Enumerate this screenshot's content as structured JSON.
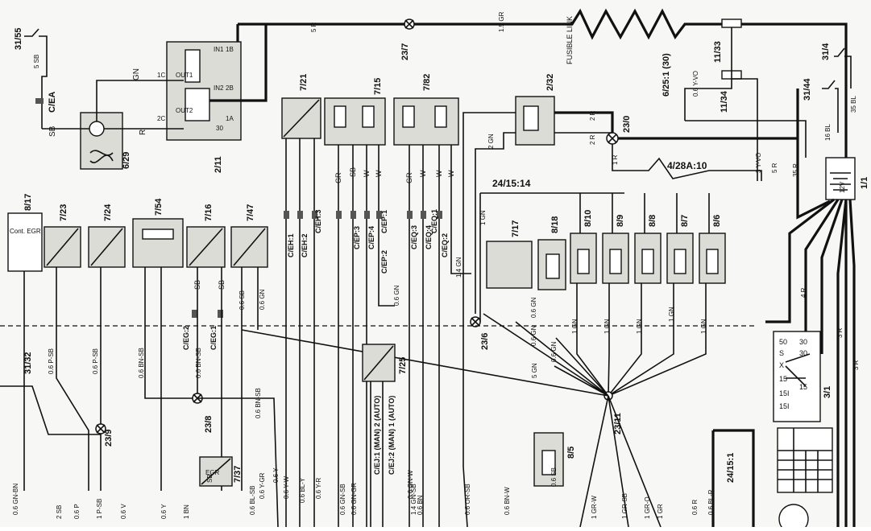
{
  "labels": {
    "fusible_link": "FUSIBLE LINK",
    "fusible_link_ref": "6/25:1 (30)",
    "ce_a": "C/EA",
    "sb": "SB",
    "r": "R",
    "gn": "GN",
    "w": "W",
    "gr": "GR"
  },
  "components": [
    {
      "id": "31/55"
    },
    {
      "id": "6/29"
    },
    {
      "id": "2/11"
    },
    {
      "id": "7/21"
    },
    {
      "id": "7/15"
    },
    {
      "id": "7/82"
    },
    {
      "id": "2/32"
    },
    {
      "id": "23/0"
    },
    {
      "id": "23/7"
    },
    {
      "id": "11/33"
    },
    {
      "id": "11/34"
    },
    {
      "id": "31/4"
    },
    {
      "id": "31/44"
    },
    {
      "id": "1/1"
    },
    {
      "id": "4/28A:10"
    },
    {
      "id": "24/15:14"
    },
    {
      "id": "8/17"
    },
    {
      "id": "7/23"
    },
    {
      "id": "7/24"
    },
    {
      "id": "7/54"
    },
    {
      "id": "7/16"
    },
    {
      "id": "7/47"
    },
    {
      "id": "7/17"
    },
    {
      "id": "8/18"
    },
    {
      "id": "8/10"
    },
    {
      "id": "8/9"
    },
    {
      "id": "8/8"
    },
    {
      "id": "8/7"
    },
    {
      "id": "8/6"
    },
    {
      "id": "23/6"
    },
    {
      "id": "7/25"
    },
    {
      "id": "23/11"
    },
    {
      "id": "31/32"
    },
    {
      "id": "23/9"
    },
    {
      "id": "23/8"
    },
    {
      "id": "7/37"
    },
    {
      "id": "8/5"
    },
    {
      "id": "3/1"
    },
    {
      "id": "24/15:1"
    }
  ],
  "connectors": {
    "eh1": "C/EH:1",
    "eh2": "C/EH:2",
    "eh3": "C/EH:3",
    "ep1": "C/EP:1",
    "ep2": "C/EP:2",
    "ep3": "C/EP:3",
    "ep4": "C/EP:4",
    "eq1": "C/EQ:1",
    "eq2": "C/EQ:2",
    "eq3": "C/EQ:3",
    "eq4": "C/EQ:4",
    "eg1": "C/EG:1",
    "eg2": "C/EG:2",
    "ej1": "C/EJ:1 (MAN) 2 (AUTO)",
    "ej2": "C/EJ:2 (MAN) 1 (AUTO)"
  },
  "relay": {
    "in1": "IN1",
    "in2": "IN2",
    "out1": "OUT1",
    "out2": "OUT2",
    "p1b": "1B",
    "p1c": "1C",
    "p2b": "2B",
    "p2c": "2C",
    "p1a": "1A",
    "p30": "30"
  },
  "component_text": {
    "egr_name": "Cont. EGR",
    "egr_small": "EGR",
    "battery": "12V",
    "ignition_terminals": [
      "50",
      "30",
      "S",
      "30",
      "X",
      "15",
      "15",
      "15I",
      "15I"
    ]
  },
  "wires": {
    "w_5sb": "5 SB",
    "w_5r": "5 R",
    "w_15gr": "1.5 GR",
    "w_06yvo": "0.6 Y-VO",
    "w_35bl": "35 BL",
    "w_16bl": "16 BL",
    "w_3yvo": "3 Y-VO",
    "w_5r2": "5 R",
    "w_35r": "35 R",
    "w_2r": "2 R",
    "w_2r2": "2 R",
    "w_2gn": "2 GN",
    "w_1r": "1 R",
    "w_1gn": "1 GN",
    "w_14gn": "1.4 GN",
    "w_06gn": "0.6 GN",
    "w_06gn2": "0.6 GN",
    "w_06gn3": "0.6 GN",
    "w_06gn4": "0.6 GN",
    "w_06gn5": "0.6 GN",
    "w_06sb": "0.6 SB",
    "w_06psb": "0.6 P-SB",
    "w_06psb2": "0.6 P-SB",
    "w_06bnsb": "0.6 BN-SB",
    "w_06bnsb2": "0.6 BN-SB",
    "w_06bnsb3": "0.6 BN-SB",
    "w_5gn": "5 GN",
    "w_4r": "4 R",
    "w_3r": "3 R",
    "w_3r2": "3 R",
    "w_06orsb": "0.6 OR-SB",
    "w_06gnbn": "0.6 GN-BN",
    "w_06gnbn2": "0.6 GN-BN",
    "w_06bnw": "0.6 BN-W",
    "w_06bnw2": "0.6 BN-W",
    "w_06bn": "0.6 BN",
    "w_06y": "0.6 Y",
    "w_06yw": "0.6 Y-W",
    "w_06ygr": "0.6 Y-GR",
    "w_06blsb": "0.6 BL-SB",
    "w_06bly": "0.6 BL-Y",
    "w_06yr": "0.6 Y-R",
    "w_06gnsb": "0.6 GN-SB",
    "w_06gngr": "0.6 GN-GR",
    "w_14gnsb": "1.4 GN-SB",
    "w_06gnw": "0.6 GN-W",
    "w_06blr": "0.6 BL-R",
    "w_06r": "0.6 R",
    "w_1grsb": "1 GR-SB",
    "w_1gro": "1 GR-O",
    "w_1grw": "1 GR-W",
    "w_1gr": "1 GR",
    "w_1gr2": "1 GR",
    "w_1gn2": "1 GN",
    "w_1gn3": "1 GN",
    "w_1gn4": "1 GN",
    "w_1gn5": "1 GN",
    "w_1gn6": "1 GN",
    "w_1gn7": "1 GN",
    "w_06p": "0.6 P",
    "w_2sb": "2 SB",
    "w_1psb": "1 P-SB",
    "w_06v": "0.6 V",
    "w_06y2": "0.6 Y",
    "w_1bn": "1 BN",
    "w_sb": "SB",
    "w_06sb2": "0.6 SB",
    "w_06sb3": "0.6 SB"
  }
}
